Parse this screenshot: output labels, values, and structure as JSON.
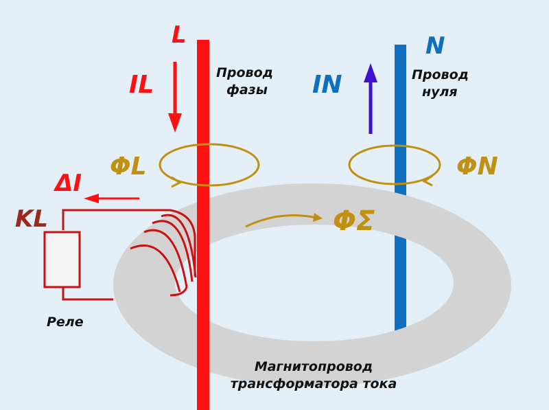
{
  "phase": {
    "symbol": "L",
    "current": "IL",
    "wire_label_1": "Провод",
    "wire_label_2": "фазы",
    "flux": "ΦL",
    "color": "#ff1010"
  },
  "neutral": {
    "symbol": "N",
    "current": "IN",
    "wire_label_1": "Провод",
    "wire_label_2": "нуля",
    "flux": "ΦN",
    "color": "#1070c0"
  },
  "sum_flux": "ΦΣ",
  "delta_current": "ΔI",
  "relay": {
    "symbol": "KL",
    "label": "Реле"
  },
  "core_label_1": "Магнитопровод",
  "core_label_2": "трансформатора тока",
  "colors": {
    "background": "#e4eff8",
    "core": "#d3d3d3",
    "flux": "#c09010",
    "coil": "#cc1010",
    "in_arrow": "#4010d0",
    "relay": "#9a2a20"
  }
}
